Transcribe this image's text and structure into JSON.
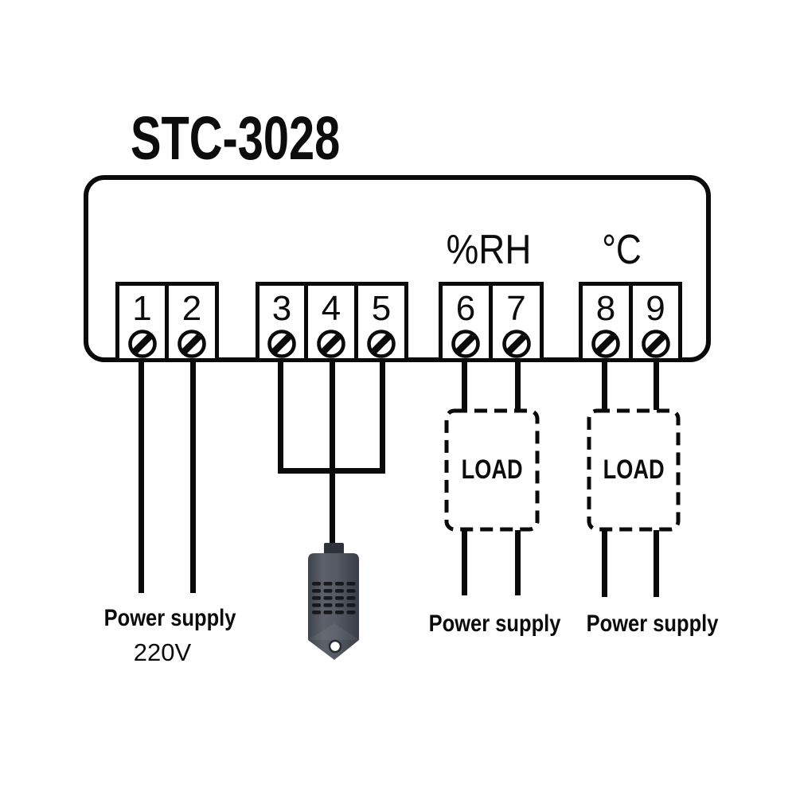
{
  "title": "STC-3028",
  "controller": {
    "humidity_unit_label": "%RH",
    "temperature_unit_label": "°C",
    "terminal_groups": [
      {
        "name": "power-input",
        "terminals": [
          "1",
          "2"
        ]
      },
      {
        "name": "sensor-input",
        "terminals": [
          "3",
          "4",
          "5"
        ]
      },
      {
        "name": "humidity-relay",
        "terminals": [
          "6",
          "7"
        ]
      },
      {
        "name": "temperature-relay",
        "terminals": [
          "8",
          "9"
        ]
      }
    ]
  },
  "wiring": {
    "power_supply_left_label": "Power supply",
    "power_supply_voltage": "220V",
    "humidity_load_label": "LOAD",
    "humidity_power_supply_label": "Power supply",
    "temperature_load_label": "LOAD",
    "temperature_power_supply_label": "Power supply"
  },
  "icons": {
    "terminal_screw": "hatched-circle-screw",
    "sensor_probe": "humidity-temperature-sensor-probe"
  },
  "colors": {
    "line": "#0a0a0a",
    "text": "#111111",
    "background": "#ffffff",
    "sensor_body": "#51565f",
    "sensor_slot": "#17191d"
  }
}
